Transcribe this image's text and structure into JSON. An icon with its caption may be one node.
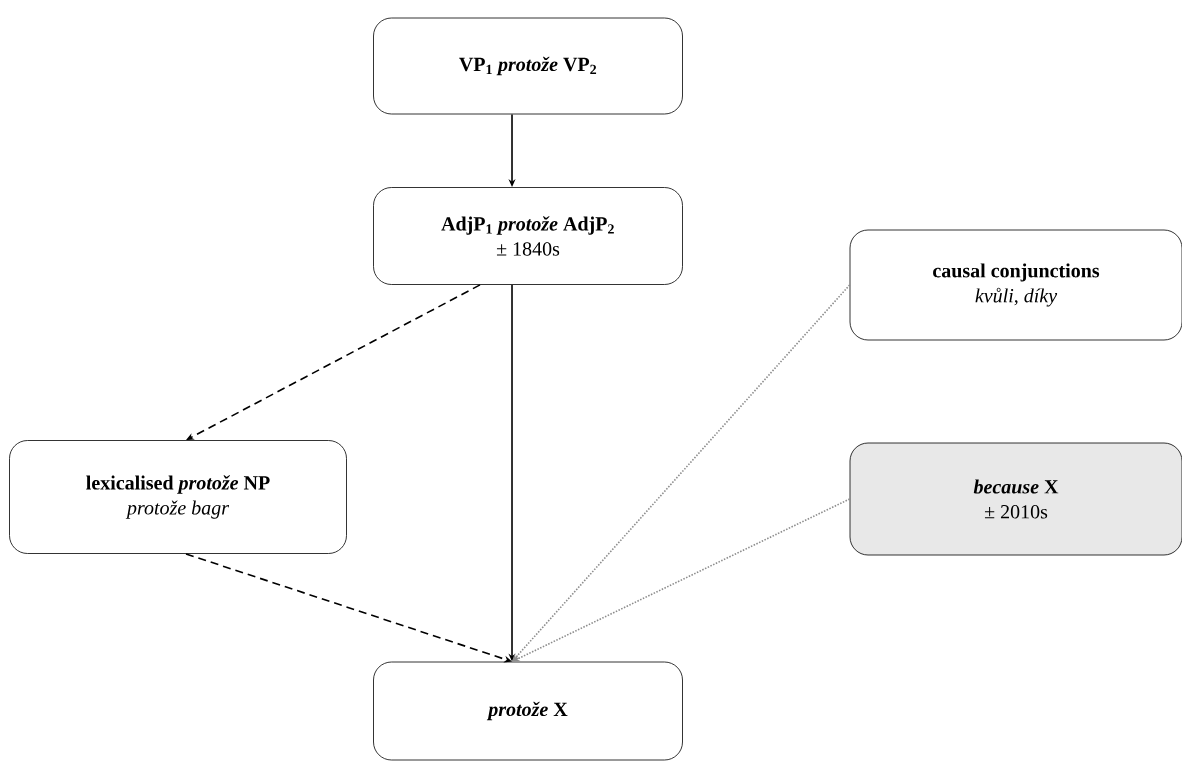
{
  "diagram": {
    "nodes": [
      {
        "text": [
          "VP$_{1}$ *protože* VP$_{2}$"
        ]
      },
      {
        "text": [
          "AdjP$_{1}$ *protože* AdjP$_{2}$",
          "± 1840s"
        ]
      },
      {
        "text": [
          "lexicalised *protože* NP",
          "*protože bagr*"
        ]
      },
      {
        "text": [
          "causal conjunctions",
          "*kvůli*, *díky*"
        ]
      },
      {
        "text": [
          "*because* X",
          "± 2010s"
        ]
      },
      {
        "text": [
          "*protože* X"
        ]
      }
    ],
    "edges": [
      {
        "from": 0,
        "to": 1,
        "arrow": "to"
      },
      {
        "from": 1,
        "to": 2,
        "arrow": "to",
        "style": "dashed"
      },
      {
        "from": 1,
        "to": 5,
        "arrow": "to"
      },
      {
        "from": 2,
        "to": 5,
        "arrow": "to",
        "style": "dashed"
      },
      {
        "from": 3,
        "to": 5,
        "arrow": "to",
        "style": "dashed",
        "color": "#8c8c8c"
      },
      {
        "from": 4,
        "to": 5,
        "arrow": "to",
        "style": "dashed",
        "color": "#8c8c8c"
      }
    ]
  }
}
